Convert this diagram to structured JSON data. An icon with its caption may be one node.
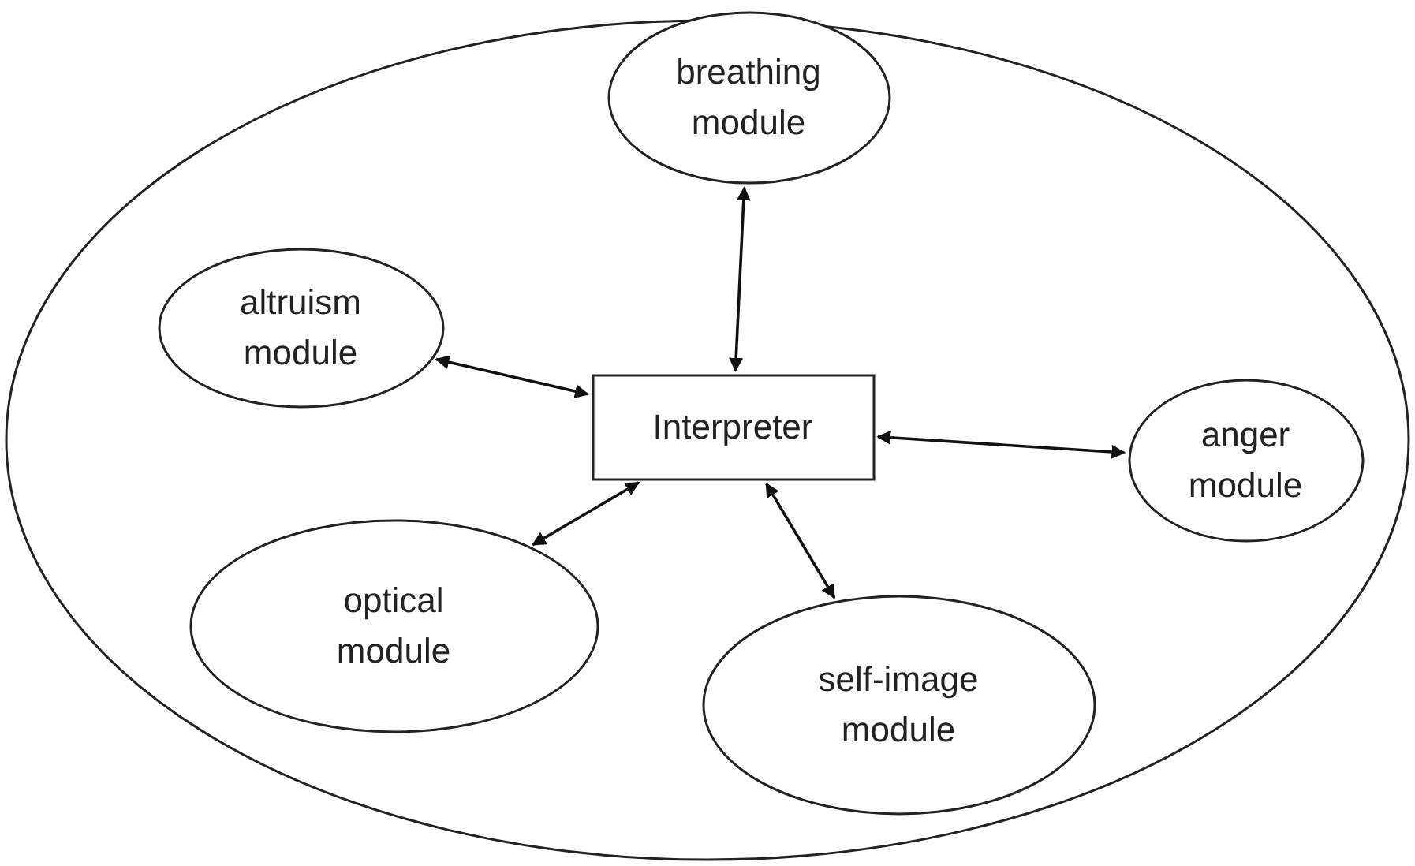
{
  "diagram": {
    "nodes": [
      {
        "text": [],
        "shape": "ellipse"
      },
      {
        "text": [
          "breathing module"
        ],
        "in": 0
      },
      {
        "text": [
          "altruism module"
        ],
        "in": 0
      },
      {
        "text": [
          "Interpreter"
        ],
        "in": 0
      },
      {
        "text": [
          "anger module"
        ],
        "in": 0
      },
      {
        "text": [
          "optical module"
        ],
        "in": 0
      },
      {
        "text": [
          "self-image module"
        ],
        "in": 0
      }
    ],
    "edges": [
      {
        "from": 3,
        "to": 1,
        "arrow": "both"
      },
      {
        "from": 3,
        "to": 2,
        "arrow": "both"
      },
      {
        "from": 3,
        "to": 4,
        "arrow": "both"
      },
      {
        "from": 3,
        "to": 5,
        "arrow": "both"
      },
      {
        "from": 3,
        "to": 6,
        "arrow": "both"
      }
    ]
  }
}
